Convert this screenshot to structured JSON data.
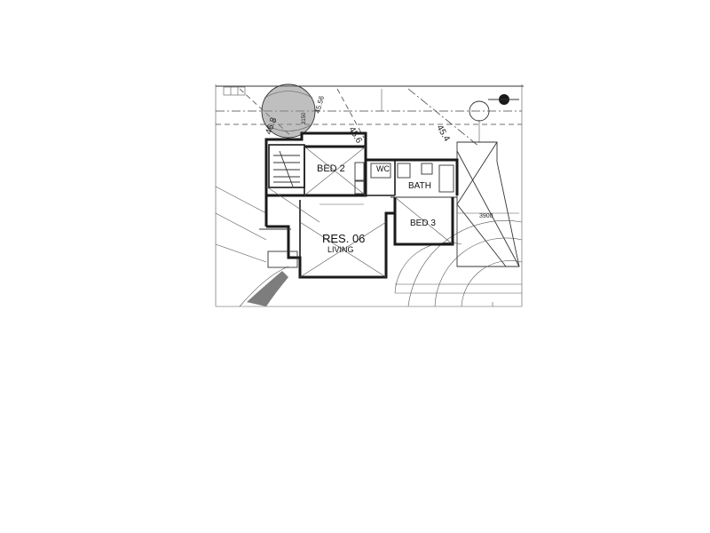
{
  "rooms": {
    "bed2": "BED 2",
    "wc": "WC",
    "bath": "BATH",
    "bed3": "BED 3",
    "residence": "RES. 06",
    "living": "LIVING"
  },
  "levels": {
    "level_a": "46.8",
    "level_b": "45.6",
    "level_c": "45.4",
    "level_d": "45.56"
  },
  "dimensions": {
    "dim_a": "3900",
    "dim_b": "3150"
  },
  "colors": {
    "ink": "#1a1a1a",
    "tree_fill": "#7d7d7d",
    "paper": "#ffffff"
  }
}
